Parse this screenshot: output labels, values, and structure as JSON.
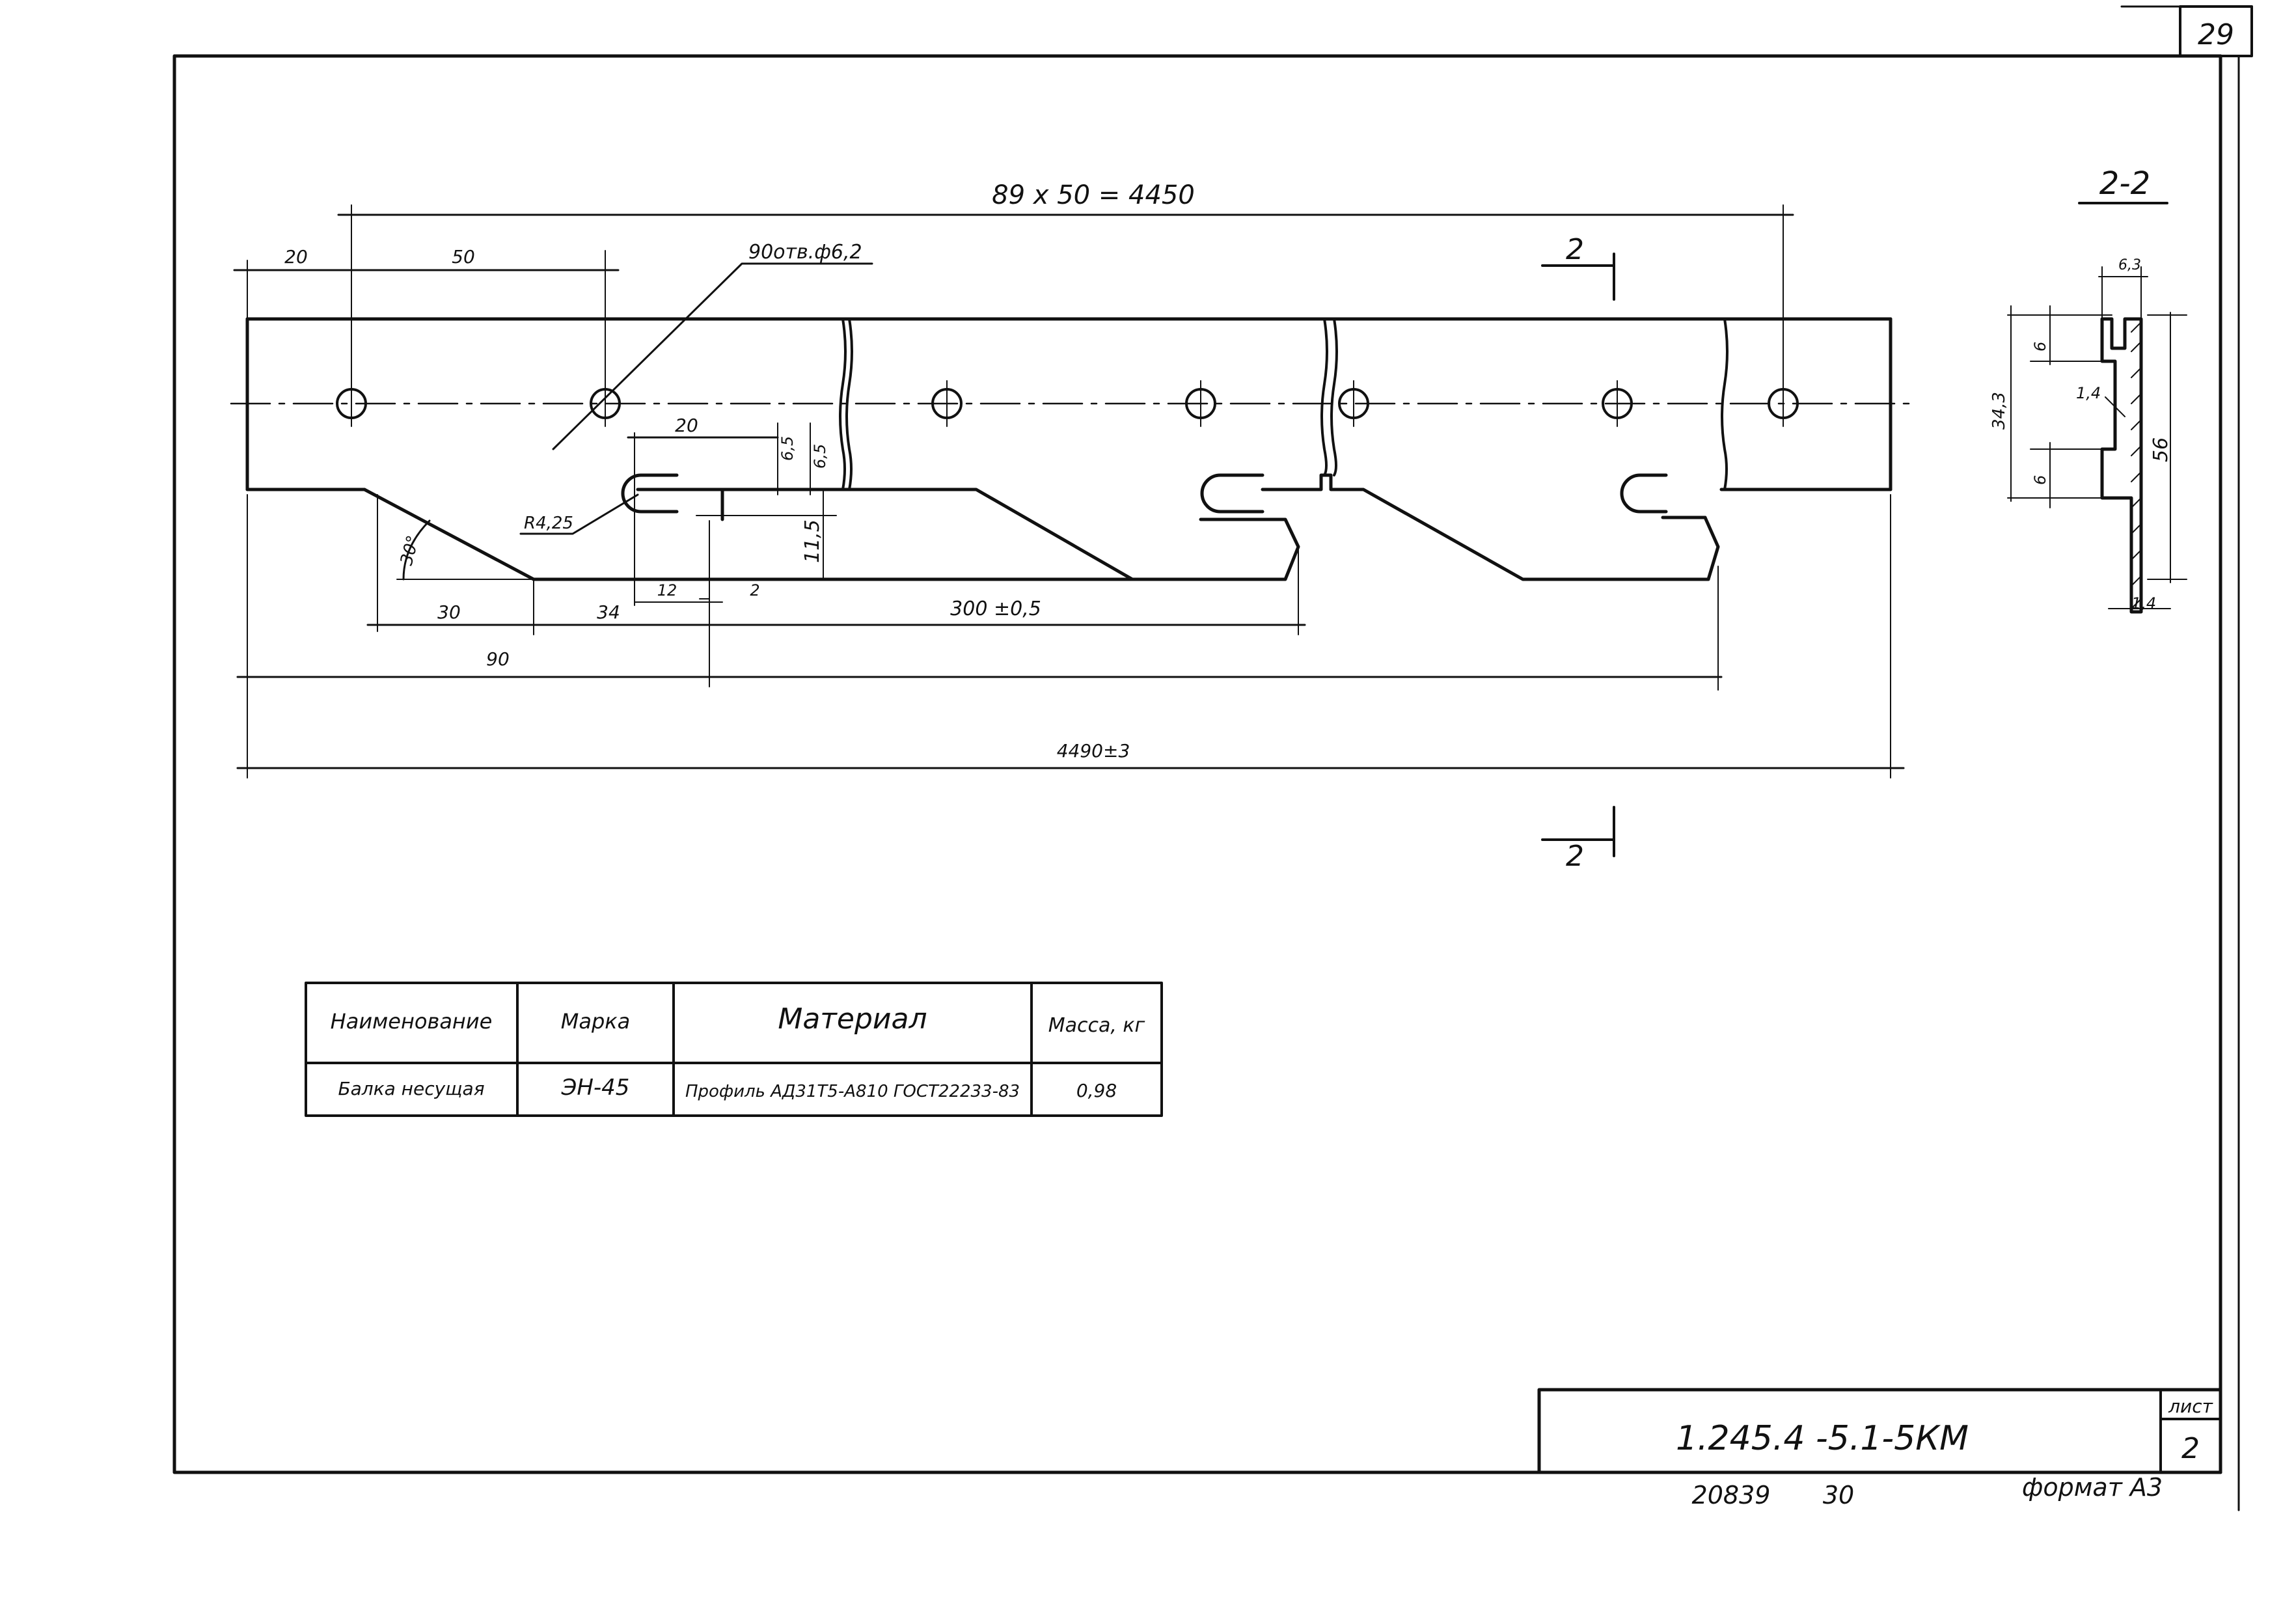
{
  "sheet_corner_number": "29",
  "section_label": "2-2",
  "section_marker": "2",
  "top_dimension": "89 x 50 = 4450",
  "holes_callout": "90отв.ф6,2",
  "dim_20_left": "20",
  "dim_50": "50",
  "dim_20_slot": "20",
  "dim_65a": "6,5",
  "dim_65b": "6,5",
  "dim_115": "11,5",
  "radius_label": "R4,25",
  "angle_label": "30°",
  "dim_30": "30",
  "dim_34": "34",
  "dim_12": "12",
  "dim_2": "2",
  "dim_300": "300 ±0,5",
  "dim_90": "90",
  "dim_4490": "4490±3",
  "sect_dim_63": "6,3",
  "sect_dim_6a": "6",
  "sect_dim_6b": "6",
  "sect_dim_343": "34,3",
  "sect_dim_14a": "1,4",
  "sect_dim_14b": "1,4",
  "sect_dim_56": "56",
  "spec_table": {
    "headers": [
      "Наименование",
      "Марка",
      "Материал",
      "Масса, кг"
    ],
    "row": [
      "Балка несущая",
      "ЭН-45",
      "Профиль АД31Т5-А810 ГОСТ22233-83",
      "0,98"
    ]
  },
  "title_block": {
    "code": "1.245.4 -5.1-5КМ",
    "sheet_label": "лист",
    "sheet_number": "2"
  },
  "footer": {
    "order_number": "20839",
    "order_suffix": "30",
    "format": "формат А3"
  }
}
